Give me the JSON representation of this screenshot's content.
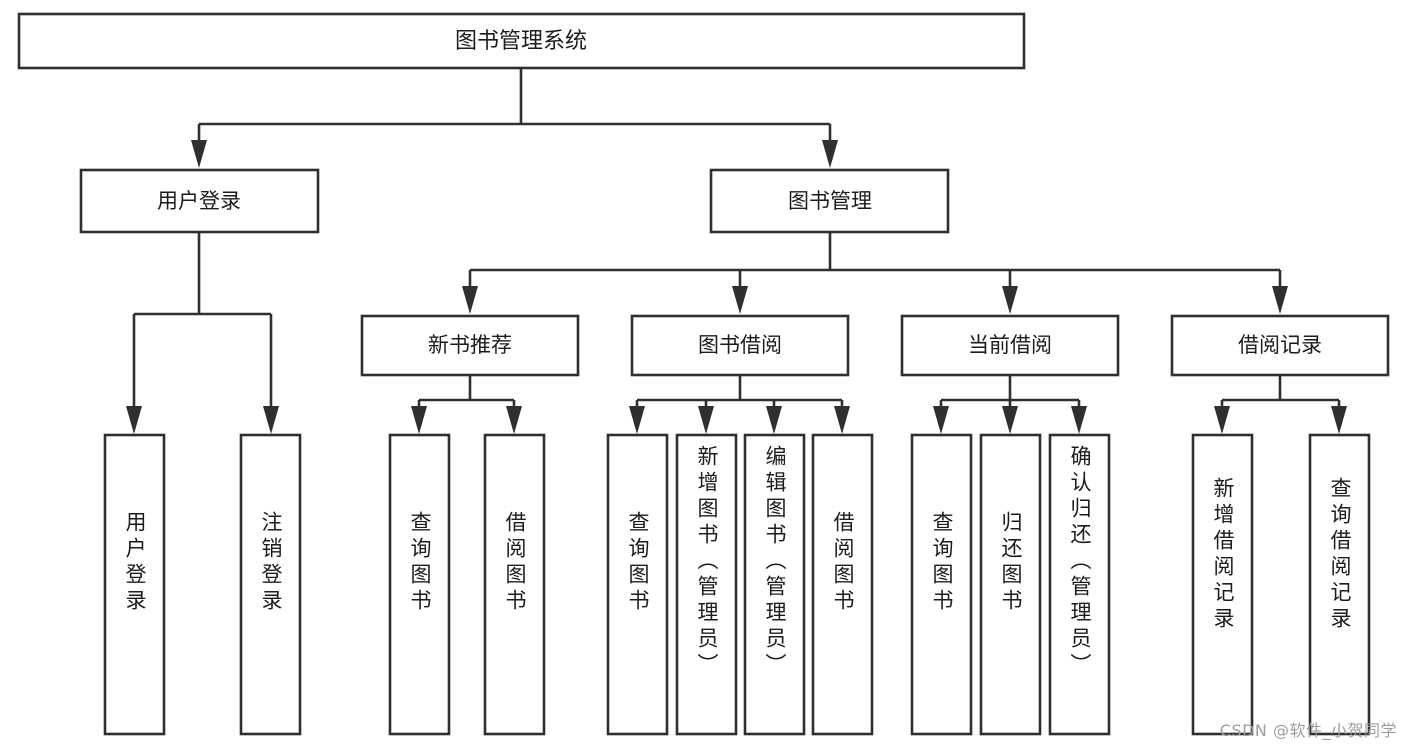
{
  "diagram": {
    "type": "tree-hierarchy",
    "title": "图书管理系统",
    "watermark": "CSDN @软件_小贺同学",
    "colors": {
      "box_stroke": "#2f2f2f",
      "box_fill": "#ffffff",
      "text": "#1c1c1c",
      "background": "#ffffff",
      "watermark": "#9d9d9d"
    },
    "root": {
      "label": "图书管理系统"
    },
    "level1": [
      {
        "label": "用户登录"
      },
      {
        "label": "图书管理"
      }
    ],
    "level2": [
      {
        "label": "新书推荐"
      },
      {
        "label": "图书借阅"
      },
      {
        "label": "当前借阅"
      },
      {
        "label": "借阅记录"
      }
    ],
    "leaves": {
      "user_login": [
        {
          "label": "用户登录"
        },
        {
          "label": "注销登录"
        }
      ],
      "new_book_recommend": [
        {
          "label": "查询图书"
        },
        {
          "label": "借阅图书"
        }
      ],
      "book_borrow": [
        {
          "label": "查询图书"
        },
        {
          "label": "新增图书（管理员）"
        },
        {
          "label": "编辑图书（管理员）"
        },
        {
          "label": "借阅图书"
        }
      ],
      "current_borrow": [
        {
          "label": "查询图书"
        },
        {
          "label": "归还图书"
        },
        {
          "label": "确认归还（管理员）"
        }
      ],
      "borrow_record": [
        {
          "label": "新增借阅记录"
        },
        {
          "label": "查询借阅记录"
        }
      ]
    }
  }
}
